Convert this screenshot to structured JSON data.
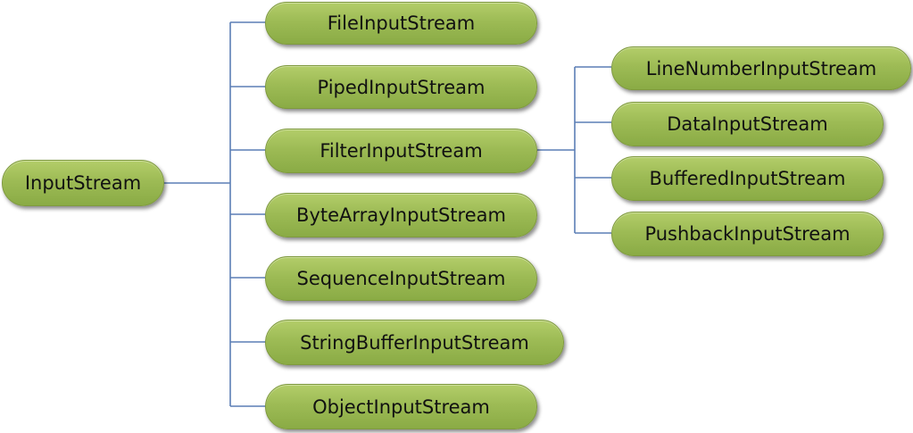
{
  "diagram": {
    "root": {
      "label": "InputStream"
    },
    "children": [
      {
        "label": "FileInputStream"
      },
      {
        "label": "PipedInputStream"
      },
      {
        "label": "FilterInputStream"
      },
      {
        "label": "ByteArrayInputStream"
      },
      {
        "label": "SequenceInputStream"
      },
      {
        "label": "StringBufferInputStream"
      },
      {
        "label": "ObjectInputStream"
      }
    ],
    "filter_children": [
      {
        "label": "LineNumberInputStream"
      },
      {
        "label": "DataInputStream"
      },
      {
        "label": "BufferedInputStream"
      },
      {
        "label": "PushbackInputStream"
      }
    ]
  },
  "colors": {
    "node_fill": "#9dbb55",
    "node_border": "#7f9a3f",
    "connector": "#5b7fb5",
    "text": "#111111"
  }
}
